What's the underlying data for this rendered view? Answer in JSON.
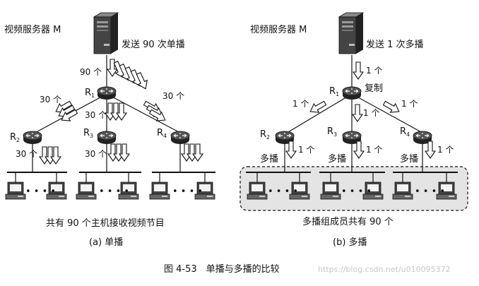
{
  "figure": {
    "caption": "图 4-53　单播与多播的比较",
    "watermark": "https://blog.csdn.net/u010095372"
  },
  "left": {
    "server_label": "视频服务器 M",
    "send_label": "发送 90 次单播",
    "count_server": "90 个",
    "router_labels": [
      "R",
      "R",
      "R",
      "R"
    ],
    "router_subs": [
      "1",
      "2",
      "3",
      "4"
    ],
    "count_r2": "30 个",
    "count_r3": "30 个",
    "count_r4": "30 个",
    "count_r2_lan": "30 个",
    "count_r3_lan": "30 个",
    "bottom_text": "共有 90 个主机接收视频节目",
    "sub_caption": "(a) 单播",
    "dots": "• • • •"
  },
  "right": {
    "server_label": "视频服务器 M",
    "send_label": "发送 1 次多播",
    "count_server": "1 个",
    "copy_label": "复制",
    "router_labels": [
      "R",
      "R",
      "R",
      "R"
    ],
    "router_subs": [
      "1",
      "2",
      "3",
      "4"
    ],
    "count_r2": "1 个",
    "count_r3": "1 个",
    "count_r4": "1 个",
    "count_r2_lan": "1 个",
    "count_r3_lan": "1 个",
    "count_r4_lan": "1 个",
    "multicast_label": "多播",
    "bottom_text": "多播组成员共有 90 个",
    "sub_caption": "(b) 多播",
    "dots": "• • • •"
  },
  "colors": {
    "ink": "#111111",
    "group_fill": "#e4e4e4",
    "router_body": "#333333",
    "server_body": "#555555"
  }
}
